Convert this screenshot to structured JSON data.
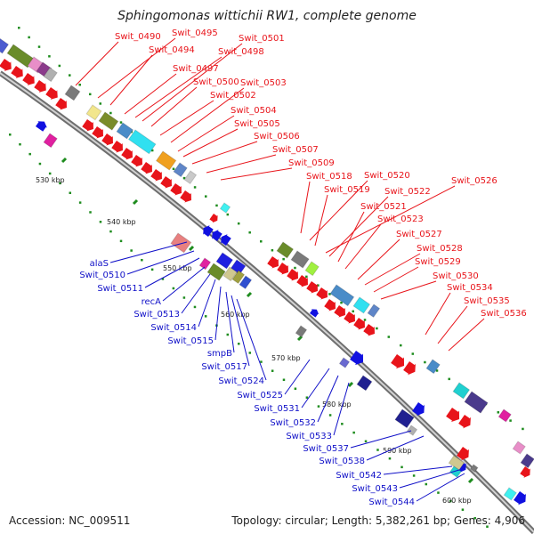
{
  "title": "Sphingomonas wittichii RW1, complete genome",
  "footer": {
    "accession": "Accession: NC_009511",
    "topology": "Topology: circular; Length: 5,382,261 bp; Genes: 4,906"
  },
  "colors": {
    "forward_label": "#e8141a",
    "reverse_label": "#1010c8",
    "backbone": "#8c8c8c",
    "tick": "#1e8c1e"
  },
  "scale_labels": [
    "530 kbp",
    "540 kbp",
    "550 kbp",
    "560 kbp",
    "570 kbp",
    "580 kbp",
    "590 kbp",
    "600 kbp"
  ],
  "forward_labels": [
    "Swit_0490",
    "Swit_0495",
    "Swit_0494",
    "Swit_0501",
    "Swit_0498",
    "Swit_0497",
    "Swit_0500",
    "Swit_0503",
    "Swit_0502",
    "Swit_0504",
    "Swit_0505",
    "Swit_0506",
    "Swit_0507",
    "Swit_0509",
    "Swit_0518",
    "Swit_0520",
    "Swit_0519",
    "Swit_0526",
    "Swit_0522",
    "Swit_0521",
    "Swit_0523",
    "Swit_0527",
    "Swit_0528",
    "Swit_0529",
    "Swit_0530",
    "Swit_0534",
    "Swit_0535",
    "Swit_0536"
  ],
  "reverse_labels": [
    "alaS",
    "Swit_0510",
    "Swit_0511",
    "recA",
    "Swit_0513",
    "Swit_0514",
    "Swit_0515",
    "smpB",
    "Swit_0517",
    "Swit_0524",
    "Swit_0525",
    "Swit_0531",
    "Swit_0532",
    "Swit_0533",
    "Swit_0537",
    "Swit_0538",
    "Swit_0542",
    "Swit_0543",
    "Swit_0544"
  ]
}
